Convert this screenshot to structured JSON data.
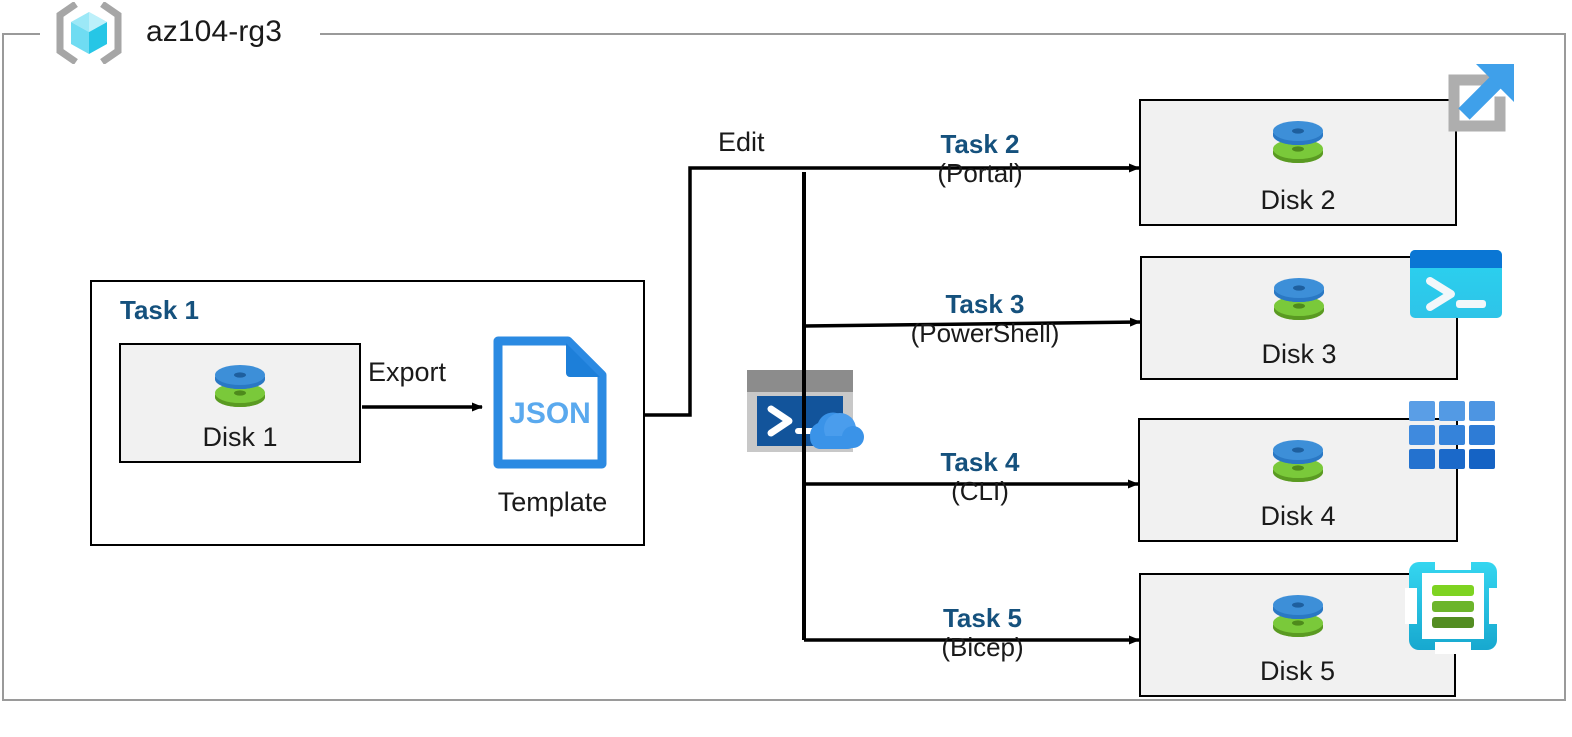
{
  "resource_group": {
    "name": "az104-rg3",
    "icon": "azure-resource-group-icon"
  },
  "task1": {
    "label": "Task 1",
    "disk": {
      "caption": "Disk 1",
      "icon": "managed-disk-icon"
    },
    "export_label": "Export",
    "template": {
      "file_type": "JSON",
      "caption": "Template",
      "icon": "json-file-icon"
    }
  },
  "edit_label": "Edit",
  "cloud_shell": {
    "icon": "cloud-shell-icon"
  },
  "branches": [
    {
      "task": "Task 2",
      "tool": "(Portal)",
      "disk_caption": "Disk 2",
      "disk_icon": "managed-disk-icon",
      "tool_icon": "azure-portal-icon"
    },
    {
      "task": "Task 3",
      "tool": "(PowerShell)",
      "disk_caption": "Disk 3",
      "disk_icon": "managed-disk-icon",
      "tool_icon": "powershell-icon"
    },
    {
      "task": "Task 4",
      "tool": "(CLI)",
      "disk_caption": "Disk 4",
      "disk_icon": "managed-disk-icon",
      "tool_icon": "azure-cli-icon"
    },
    {
      "task": "Task 5",
      "tool": "(Bicep)",
      "disk_caption": "Disk 5",
      "disk_icon": "managed-disk-icon",
      "tool_icon": "bicep-icon"
    }
  ],
  "colors": {
    "task_heading": "#15517d",
    "text": "#1a1a1a",
    "frame_border": "#9a9a9a",
    "box_border": "#000000",
    "box_fill": "#f1f1f1",
    "disk_top": "#3d8fd8",
    "disk_bottom": "#6eb52a",
    "json_blue": "#2b8ae2",
    "portal_gray": "#aeaeae",
    "portal_arrow": "#3fa0ea",
    "powershell_bar": "#0a76d4",
    "powershell_body": "#2ad2f0",
    "cli_tile": "#2f7fd8",
    "bicep_frame": "#2ccdea",
    "bicep_bar": "#7ac93a"
  }
}
